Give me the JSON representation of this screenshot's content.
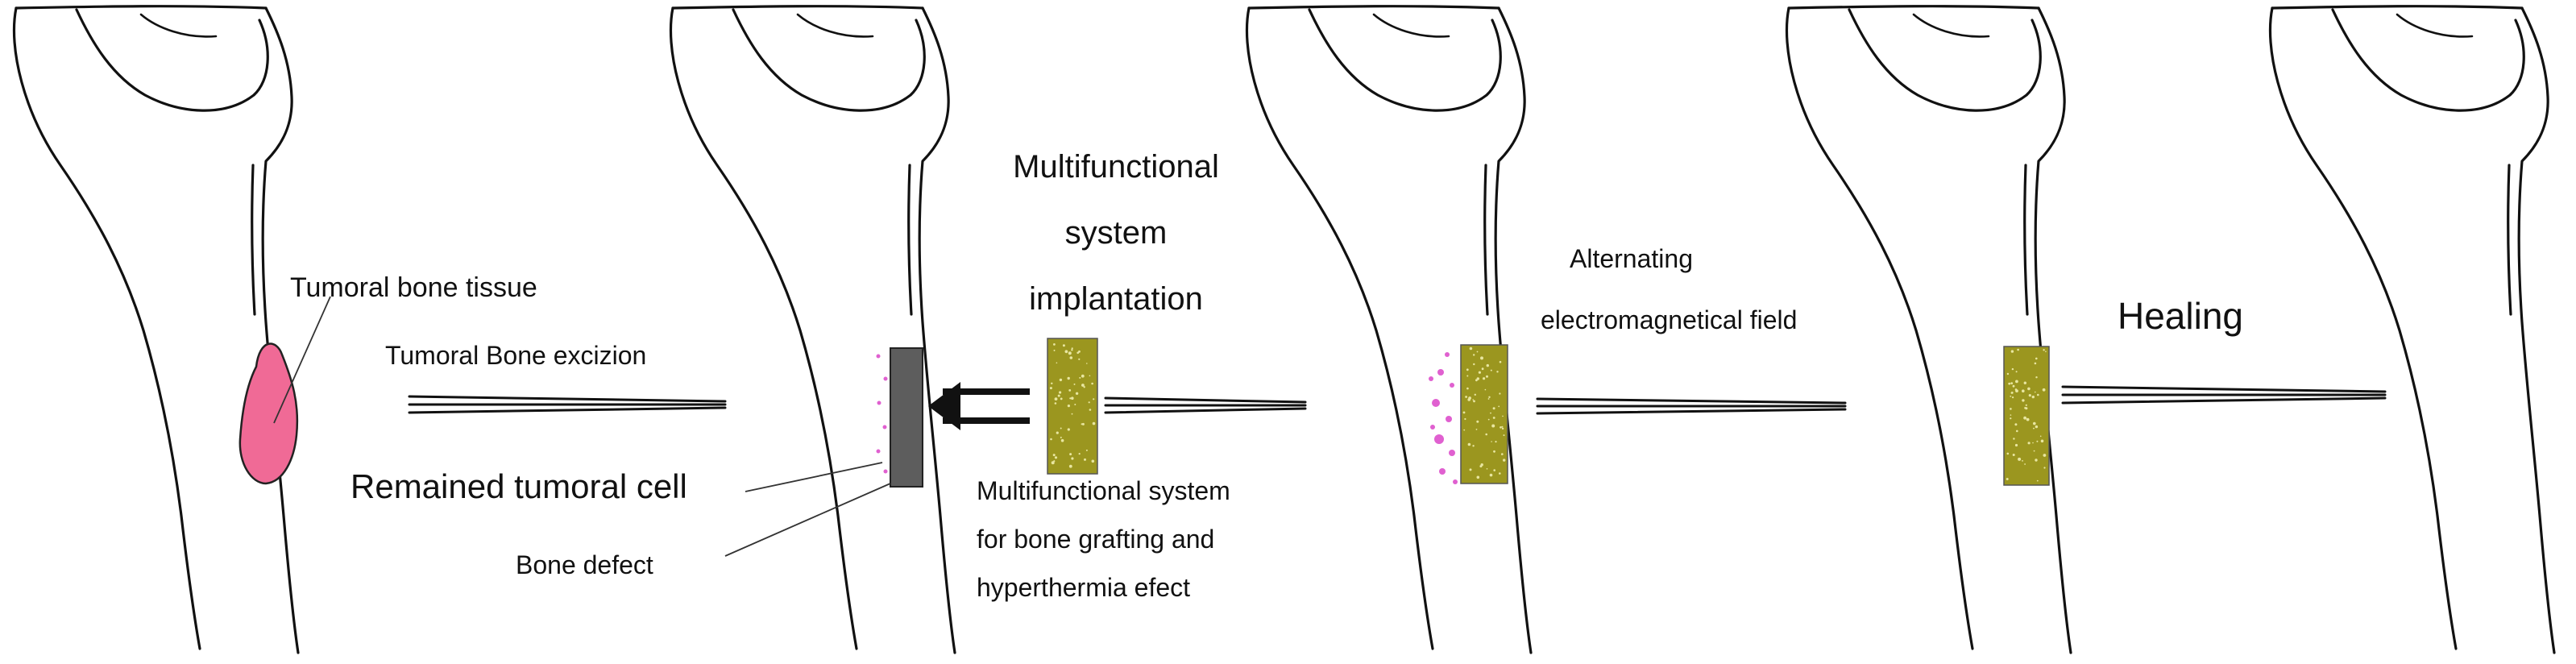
{
  "labels": {
    "tumoral_tissue": "Tumoral bone tissue",
    "excision": "Tumoral Bone excizion",
    "remained_cell": "Remained tumoral cell",
    "bone_defect": "Bone defect",
    "implantation_line1": "Multifunctional",
    "implantation_line2": "system",
    "implantation_line3": "implantation",
    "system_line1": "Multifunctional system",
    "system_line2": "for bone grafting and",
    "system_line3": "hyperthermia efect",
    "field_line1": "Alternating",
    "field_line2": "electromagnetical field",
    "healing": "Healing"
  },
  "colors": {
    "tumor": "#f06a96",
    "implant": "#9b961f",
    "defect": "#5d5d5d",
    "tumor_cells": "#e060d0",
    "implant_dots": "#e8e6a0"
  }
}
